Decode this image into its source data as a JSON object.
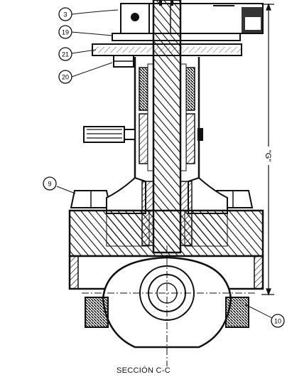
{
  "caption": "SECCIÓN C-C",
  "dimension_label": "\"G\"",
  "balloons": {
    "b3": "3",
    "b19": "19",
    "b21": "21",
    "b20": "20",
    "b9": "9",
    "b10": "10"
  },
  "colors": {
    "ink": "#111111",
    "paper": "#ffffff",
    "shade": "#bdbdbd"
  }
}
